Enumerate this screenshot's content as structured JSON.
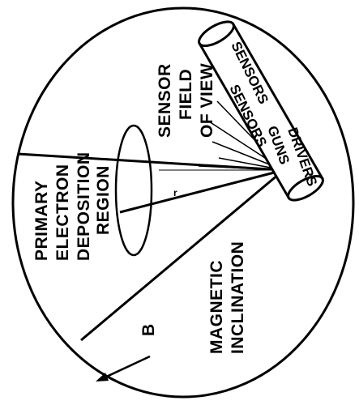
{
  "diagram": {
    "labels": {
      "sensor_fov": [
        "SENSOR",
        "FIELD",
        "OF VIEW"
      ],
      "deposition": [
        "PRIMARY",
        "ELECTRON",
        "DEPOSITION",
        "REGION"
      ],
      "inclination": [
        "MAGNETIC",
        "INCLINATION"
      ],
      "field_vector": "B",
      "cylinder_top": "SENSORS",
      "cylinder_mid": "SENSORS",
      "cylinder_low1": "GUNS",
      "cylinder_low2": "DRIVERS"
    },
    "colors": {
      "ink": "#000000",
      "paper": "#ffffff"
    }
  }
}
